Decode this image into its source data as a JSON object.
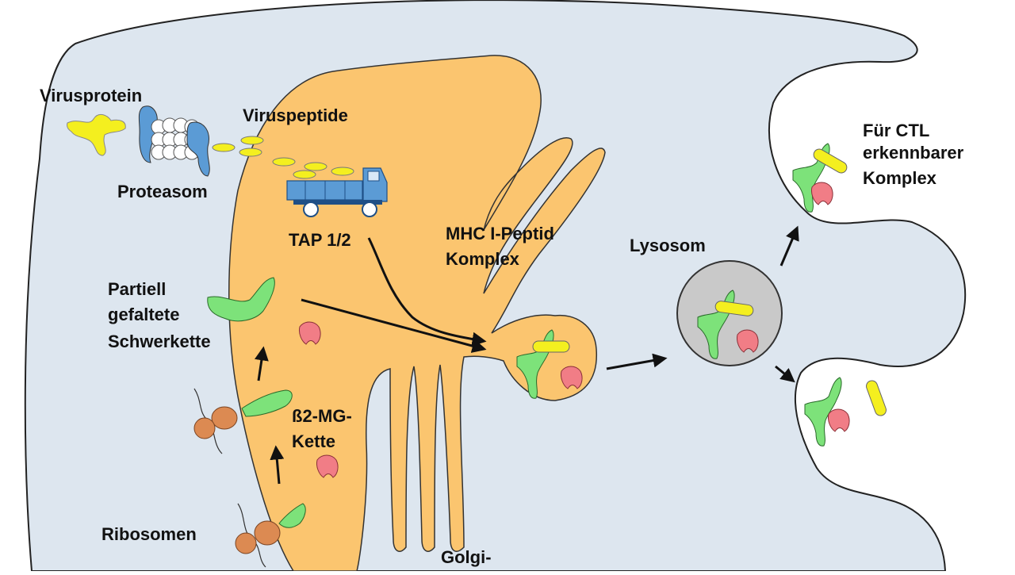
{
  "labels": {
    "virusprotein": "Virusprotein",
    "viruspeptide": "Viruspeptide",
    "proteasom": "Proteasom",
    "tap": "TAP 1/2",
    "mhc_line1": "MHC I-Peptid",
    "mhc_line2": "Komplex",
    "lysosom": "Lysosom",
    "ctl_line1": "Für CTL",
    "ctl_line2": "erkennbarer",
    "ctl_line3": "Komplex",
    "partiell_line1": "Partiell",
    "partiell_line2": "gefaltete",
    "partiell_line3": "Schwerkette",
    "b2mg_line1": "ß2-MG-",
    "b2mg_line2": "Kette",
    "ribosomen": "Ribosomen",
    "golgi": "Golgi-"
  },
  "colors": {
    "cell": "#dde6ef",
    "er": "#fbc56f",
    "heavy_chain": "#7de27a",
    "b2mg": "#f17d86",
    "peptide": "#f4ef1f",
    "ribosome": "#dc8a52",
    "lysosome": "#c9c9c9",
    "truck": "#5b9bd5",
    "title": "#2b5ca8"
  }
}
